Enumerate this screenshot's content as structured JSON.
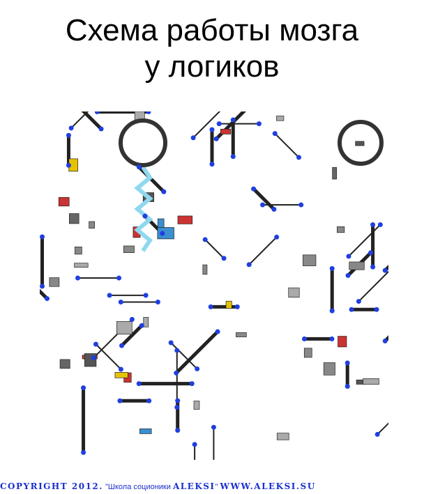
{
  "title": {
    "line1": "Схема работы мозга",
    "line2": "у логиков"
  },
  "footer": {
    "copyright": "COPYRIGHT 2012.",
    "school_prefix": " \"Школа соционики ",
    "brand": "ALEKSI",
    "school_suffix": "\" ",
    "website": "WWW.ALEKSI.SU"
  },
  "colors": {
    "text": "#000000",
    "footer": "#1a2fd0",
    "node_dot": "#1f3fe0",
    "pipe": "#222222",
    "accent_zigzag": "#8fd8f0"
  }
}
